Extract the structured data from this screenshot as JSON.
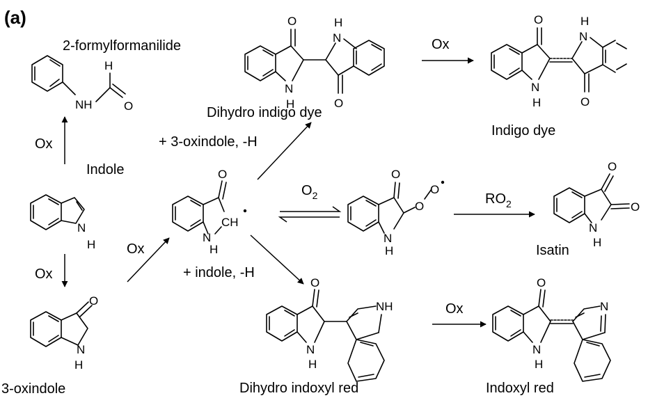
{
  "panel_label": "(a)",
  "compounds": {
    "formylformanilide": "2-formylformanilide",
    "indole": "Indole",
    "oxindole": "3-oxindole",
    "dihydro_indigo": "Dihydro indigo dye",
    "indigo": "Indigo dye",
    "isatin": "Isatin",
    "dihydro_indoxyl_red": "Dihydro indoxyl red",
    "indoxyl_red": "Indoxyl red"
  },
  "reagents": {
    "ox": "Ox",
    "plus_oxindole": "+ 3-oxindole, -H",
    "plus_indole": "+ indole, -H",
    "o2": "O",
    "o2_sub": "2",
    "ro2": "RO",
    "ro2_sub": "2"
  },
  "atoms": {
    "O": "O",
    "H": "H",
    "N": "N",
    "NH": "NH",
    "CH": "CH"
  }
}
